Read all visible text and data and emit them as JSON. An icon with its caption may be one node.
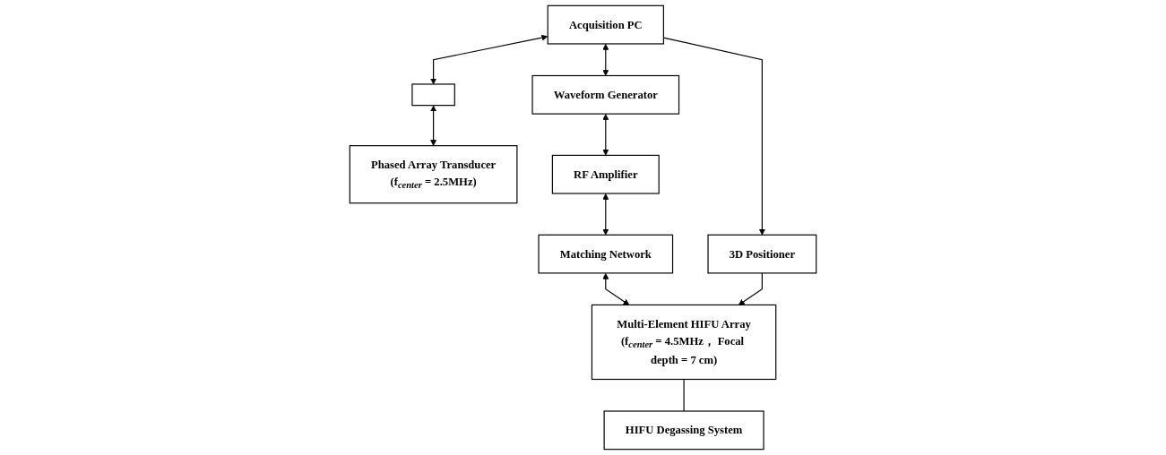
{
  "diagram": {
    "nodes": [
      {
        "text": [
          "Phased Array Transducer",
          "(f$_{center}$ = 2.5MHz)"
        ]
      },
      {
        "text": [
          "Multi-Element HIFU Array",
          "(f$_{center}$ = 4.5MHz， Focal depth = 7 cm)"
        ]
      },
      {
        "text": [
          "HIFU Degassing System"
        ]
      },
      {
        "text": [],
        "shape": "box"
      },
      {
        "text": [
          "Matching Network"
        ]
      },
      {
        "text": [
          "RF Amplifier"
        ]
      },
      {
        "text": [
          "Waveform Generator"
        ]
      },
      {
        "text": [
          "3D Positioner"
        ]
      },
      {
        "text": [
          "Acquisition PC"
        ]
      }
    ],
    "edges": [
      {
        "from": 3,
        "to": 0,
        "arrow": "both"
      },
      {
        "from": 1,
        "to": 2,
        "arrow": "none"
      },
      {
        "from": 4,
        "to": 1,
        "arrow": "both"
      },
      {
        "from": 5,
        "to": 4,
        "arrow": "both"
      },
      {
        "from": 6,
        "to": 5,
        "arrow": "both"
      },
      {
        "from": 8,
        "to": 6,
        "arrow": "both"
      },
      {
        "from": 8,
        "to": 3,
        "arrow": "both"
      },
      {
        "from": 8,
        "to": 7,
        "arrow": "to"
      },
      {
        "from": 7,
        "to": 1,
        "arrow": "to"
      }
    ]
  }
}
